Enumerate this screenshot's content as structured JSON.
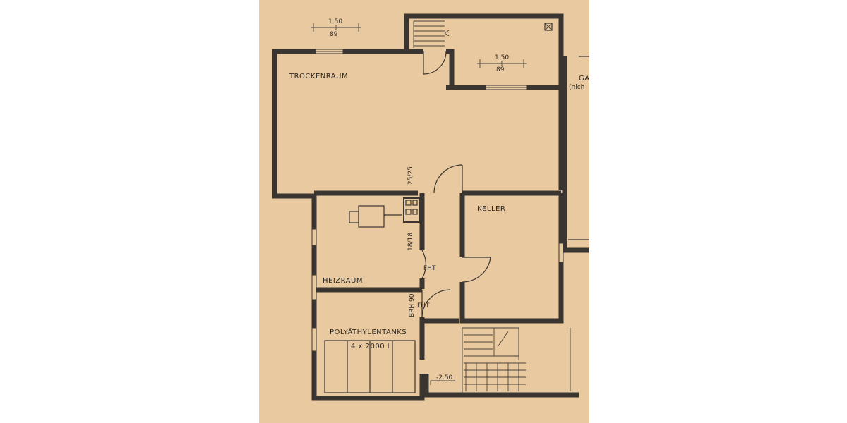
{
  "rooms": {
    "trockenraum": "TROCKENRAUM",
    "keller": "KELLER",
    "heizraum": "HEIZRAUM",
    "tanks_line1": "POLYÄTHYLENTANKS",
    "tanks_line2": "4 x 2000 l",
    "garage_line1": "GA",
    "garage_line2": "(nich"
  },
  "annotations": {
    "dim_top_width": "1.50",
    "dim_top_height": "89",
    "dim_stair_width": "1.50",
    "dim_stair_height": "89",
    "chimney_top": "25/25",
    "chimney_side": "18/18",
    "door_fht_1": "FHT",
    "door_fht_2": "FHT",
    "brh": "BRH 90",
    "level": "-2.50"
  },
  "colors": {
    "paper": "#e9c9a0",
    "ink": "#3a3530"
  }
}
